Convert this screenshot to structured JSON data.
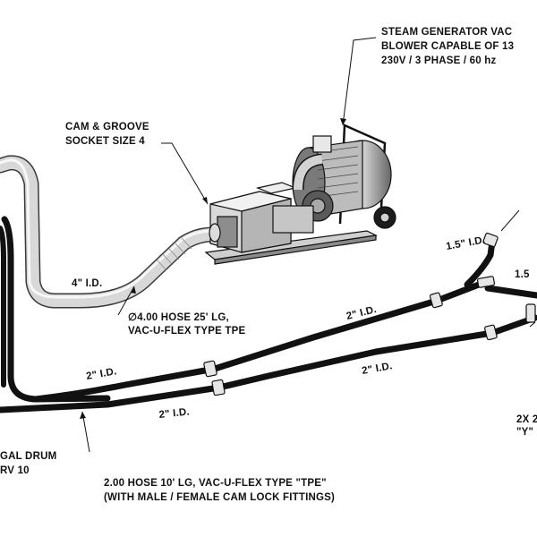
{
  "labels": {
    "steam_generator_line1": "STEAM GENERATOR VAC",
    "steam_generator_line2": "BLOWER CAPABLE OF 13",
    "steam_generator_line3": "230V / 3 PHASE / 60 hz",
    "cam_groove_line1": "CAM & GROOVE",
    "cam_groove_line2": "SOCKET SIZE 4",
    "id_4in": "4\" I.D.",
    "hose4_line1": "∅4.00 HOSE 25' LG,",
    "hose4_line2": "VAC-U-FLEX TYPE TPE",
    "id_1_5_a": "1.5\" I.D.",
    "id_1_5_b": "1.5",
    "id_2_upper": "2\" I.D.",
    "id_2_left": "2\" I.D.",
    "id_2_mid": "2\" I.D.",
    "id_2_lower": "2\" I.D.",
    "y_line1": "2X 2",
    "y_line2": "\"Y\"",
    "drum_line1": "GAL DRUM",
    "drum_line2": "RV 10",
    "hose2_line1": "2.00 HOSE 10' LG, VAC-U-FLEX TYPE \"TPE\"",
    "hose2_line2": "(WITH MALE / FEMALE CAM LOCK FITTINGS)"
  }
}
